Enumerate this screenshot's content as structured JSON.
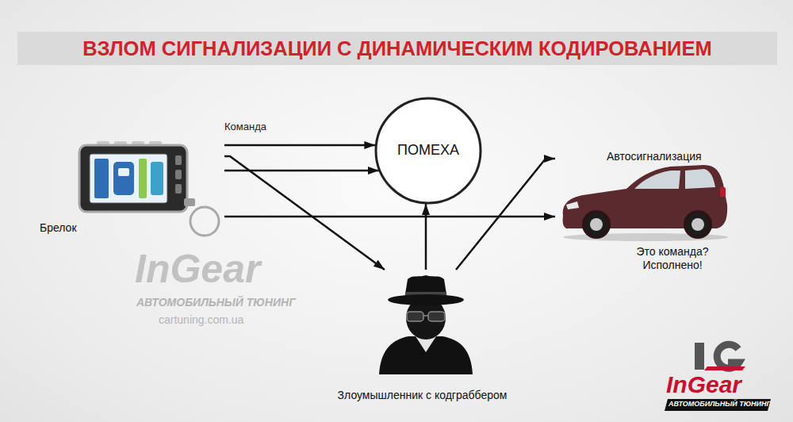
{
  "diagram": {
    "title": "ВЗЛОМ СИГНАЛИЗАЦИИ С ДИНАМИЧЕСКИМ КОДИРОВАНИЕМ",
    "nodes": [
      {
        "text": [
          "Брелок"
        ]
      },
      {
        "text": [
          "ПОМЕХА"
        ]
      },
      {
        "text": [
          "Автосигнализация",
          "Это команда? Исполнено!"
        ]
      },
      {
        "text": [
          "Злоумышленник с кодграббером"
        ]
      }
    ],
    "edges": [
      {
        "from": 0,
        "to": 1,
        "arrow": "to"
      },
      {
        "from": 0,
        "to": 1,
        "arrow": "to"
      },
      {
        "from": 0,
        "to": 3,
        "arrow": "to"
      },
      {
        "from": 0,
        "to": 2,
        "arrow": "to"
      },
      {
        "from": 3,
        "to": 1,
        "arrow": "to"
      },
      {
        "from": 3,
        "to": 2,
        "arrow": "to"
      }
    ],
    "labels": [
      "Команда",
      "InGear",
      "АВТОМОБИЛЬНЫЙ ТЮНИНГ",
      "cartuning.com.ua",
      "InGear",
      "АВТОМОБИЛЬНЫЙ ТЮНИНГ"
    ]
  }
}
